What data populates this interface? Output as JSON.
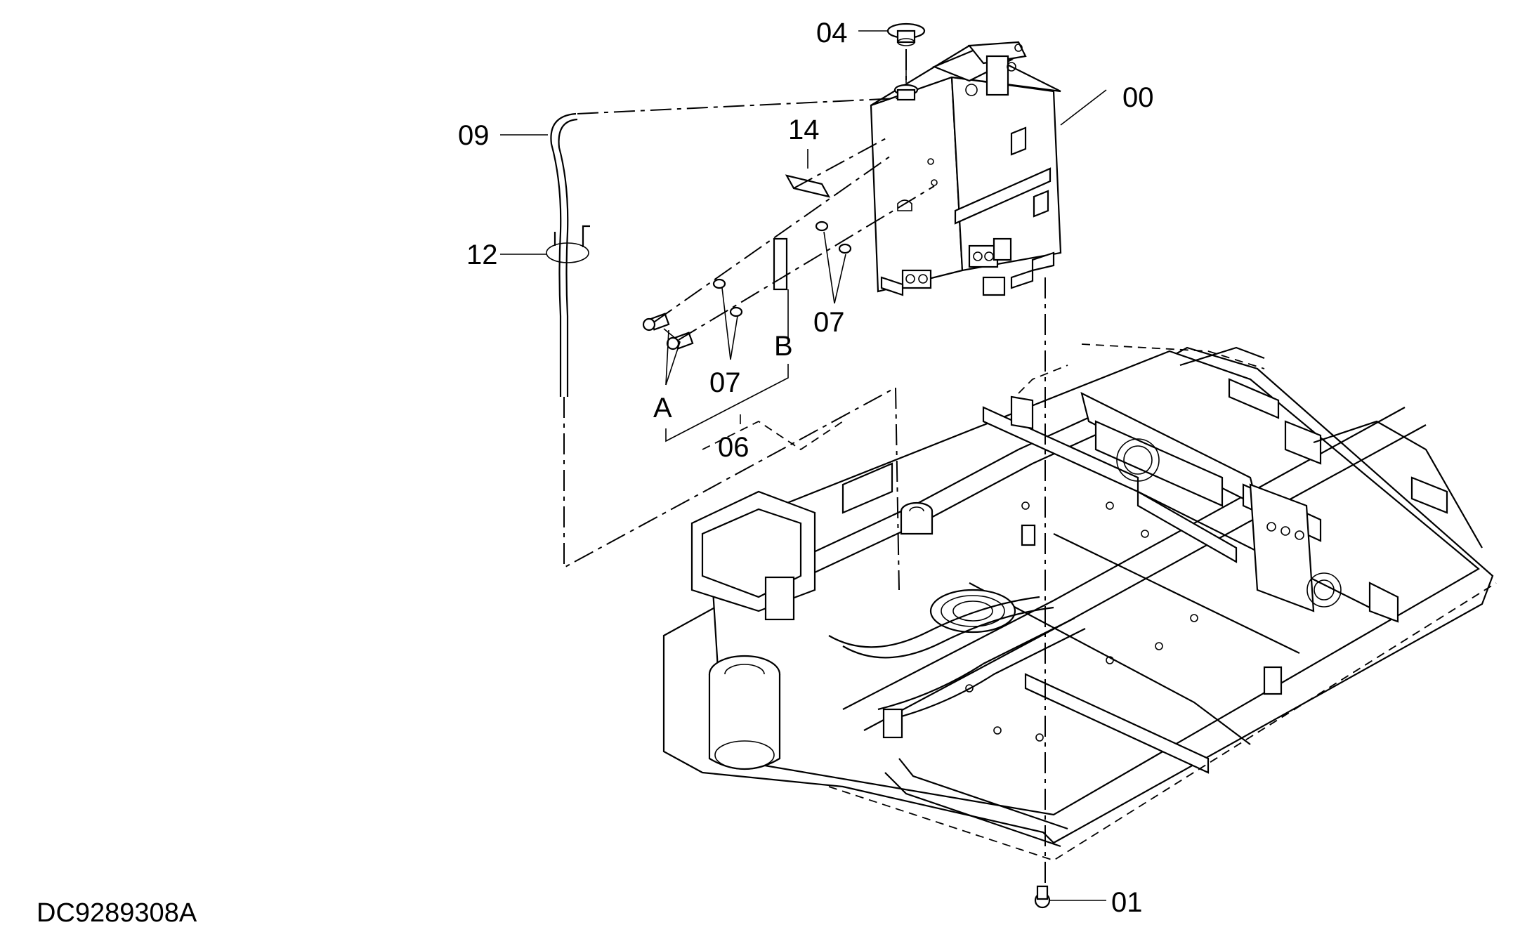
{
  "drawing_code": "DC9289308A",
  "callouts": {
    "c00": "00",
    "c01": "01",
    "c04": "04",
    "c06": "06",
    "c07a": "07",
    "c07b": "07",
    "c09": "09",
    "c12": "12",
    "c14": "14",
    "cA": "A",
    "cB": "B"
  }
}
